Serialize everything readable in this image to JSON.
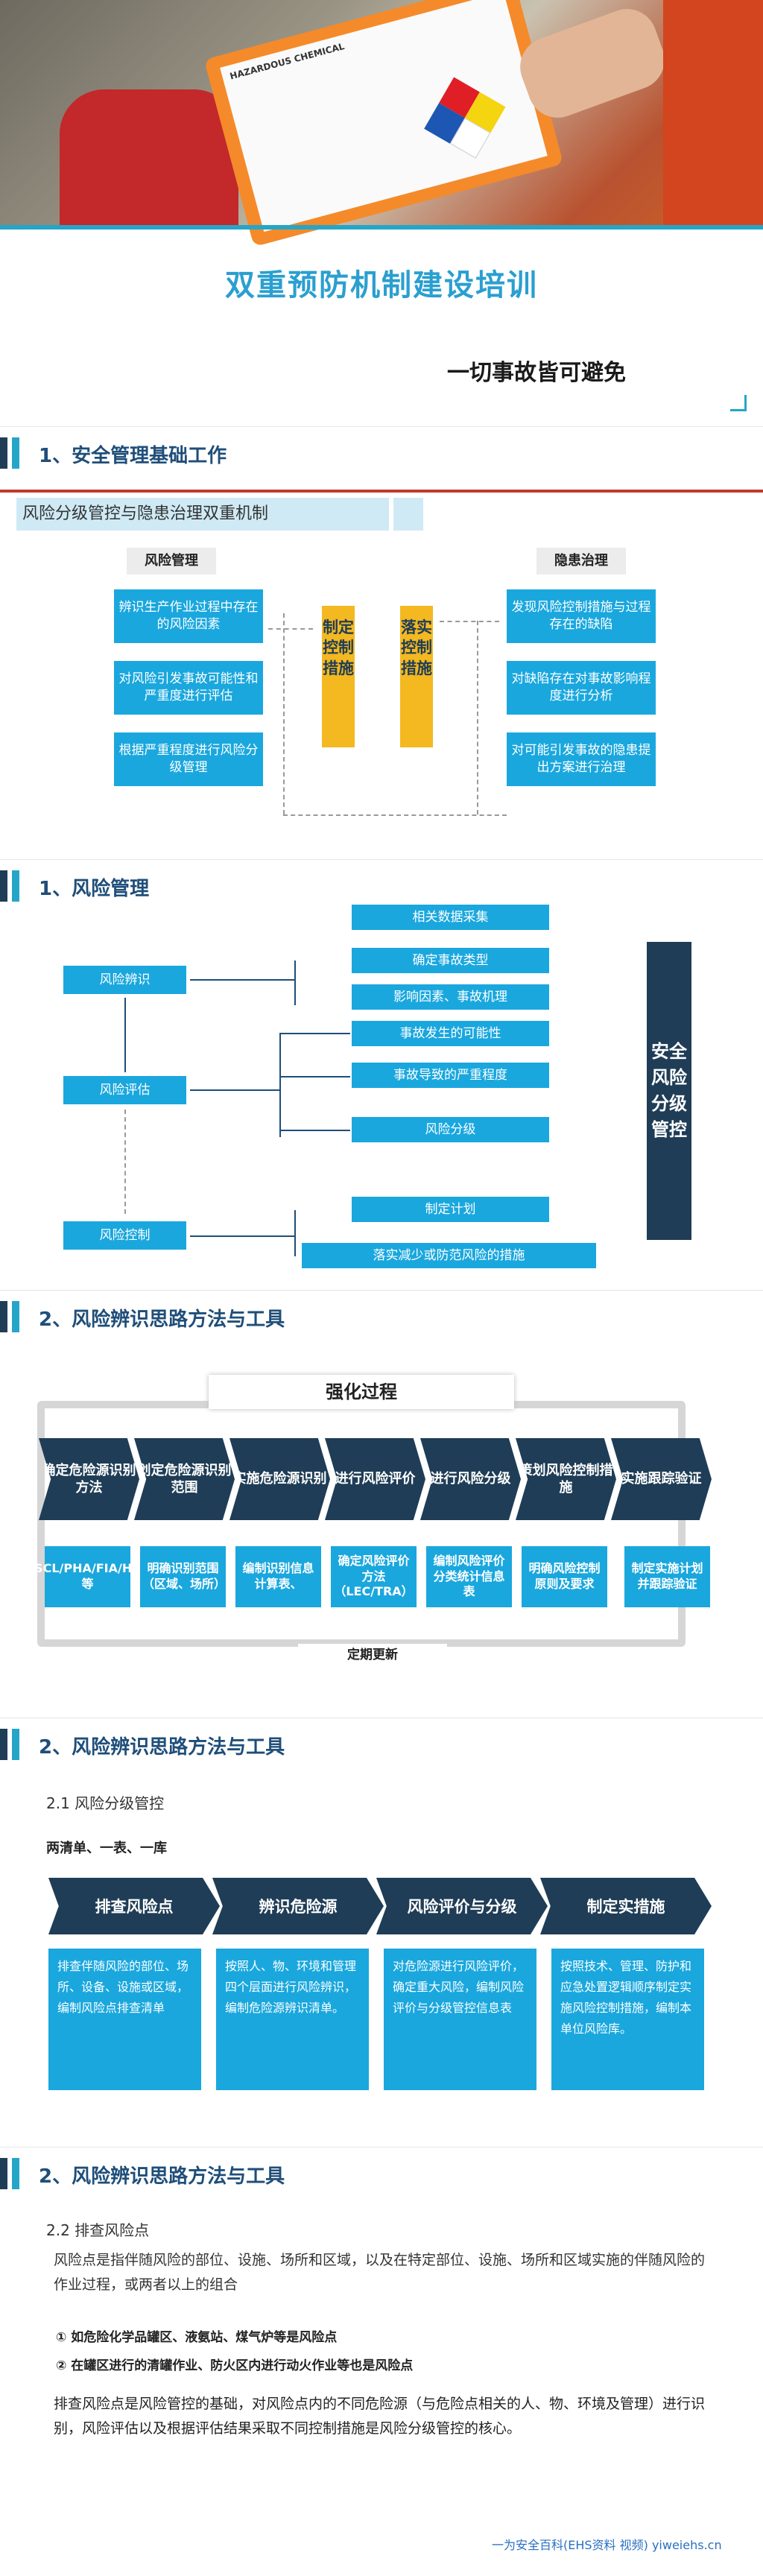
{
  "cover": {
    "title": "双重预防机制建设培训",
    "subtitle": "一切事故皆可避免",
    "img_label": "HAZARDOUS CHEMICAL"
  },
  "s1": {
    "title": "1、安全管理基础工作",
    "banner": "风险分级管控与隐患治理双重机制",
    "left_head": "风险管理",
    "right_head": "隐患治理",
    "left_items": [
      "辨识生产作业过程中存在的风险因素",
      "对风险引发事故可能性和严重度进行评估",
      "根据严重程度进行风险分级管理"
    ],
    "right_items": [
      "发现风险控制措施与过程存在的缺陷",
      "对缺陷存在对事故影响程度进行分析",
      "对可能引发事故的隐患提出方案进行治理"
    ],
    "mid_left": "制定控制措施",
    "mid_right": "落实控制措施"
  },
  "s2": {
    "title": "1、风险管理",
    "left": [
      "风险辨识",
      "风险评估",
      "风险控制"
    ],
    "center": [
      "相关数据采集",
      "确定事故类型",
      "影响因素、事故机理",
      "事故发生的可能性",
      "事故导致的严重程度",
      "风险分级",
      "制定计划",
      "落实减少或防范风险的措施"
    ],
    "side": "安全风险分级管控"
  },
  "s3": {
    "title": "2、风险辨识思路方法与工具",
    "loop_top": "强化过程",
    "loop_bottom": "定期更新",
    "steps": [
      "确定危险源识别方法",
      "划定危险源识别范围",
      "实施危险源识别",
      "进行风险评价",
      "进行风险分级",
      "策划风险控制措施",
      "实施跟踪验证"
    ],
    "details": [
      "JHA/SCL/PHA/FIA/HAZOP等",
      "明确识别范围（区域、场所）",
      "编制识别信息计算表、",
      "确定风险评价方法（LEC/TRA）",
      "编制风险评价分类统计信息表",
      "明确风险控制原则及要求",
      "制定实施计划并跟踪验证"
    ]
  },
  "s4": {
    "title": "2、风险辨识思路方法与工具",
    "sub": "2.1 风险分级管控",
    "note": "两清单、一表、一库",
    "steps": [
      "排查风险点",
      "辨识危险源",
      "风险评价与分级",
      "制定实措施"
    ],
    "texts": [
      "排查伴随风险的部位、场所、设备、设施或区域，编制风险点排查清单",
      "按照人、物、环境和管理四个层面进行风险辨识，编制危险源辨识清单。",
      "对危险源进行风险评价，确定重大风险，编制风险评价与分级管控信息表",
      "按照技术、管理、防护和应急处置逻辑顺序制定实施风险控制措施，编制本单位风险库。"
    ]
  },
  "s5": {
    "title": "2、风险辨识思路方法与工具",
    "sub": "2.2 排查风险点",
    "p1": "风险点是指伴随风险的部位、设施、场所和区域，以及在特定部位、设施、场所和区域实施的伴随风险的作业过程，或两者以上的组合",
    "b1": "①  如危险化学品罐区、液氨站、煤气炉等是风险点",
    "b2": "②  在罐区进行的清罐作业、防火区内进行动火作业等也是风险点",
    "p2": "排查风险点是风险管控的基础，对风险点内的不同危险源（与危险点相关的人、物、环境及管理）进行识别，风险评估以及根据评估结果采取不同控制措施是风险分级管控的核心。",
    "footer": "一为安全百科(EHS资料 视频) yiweiehs.cn"
  }
}
